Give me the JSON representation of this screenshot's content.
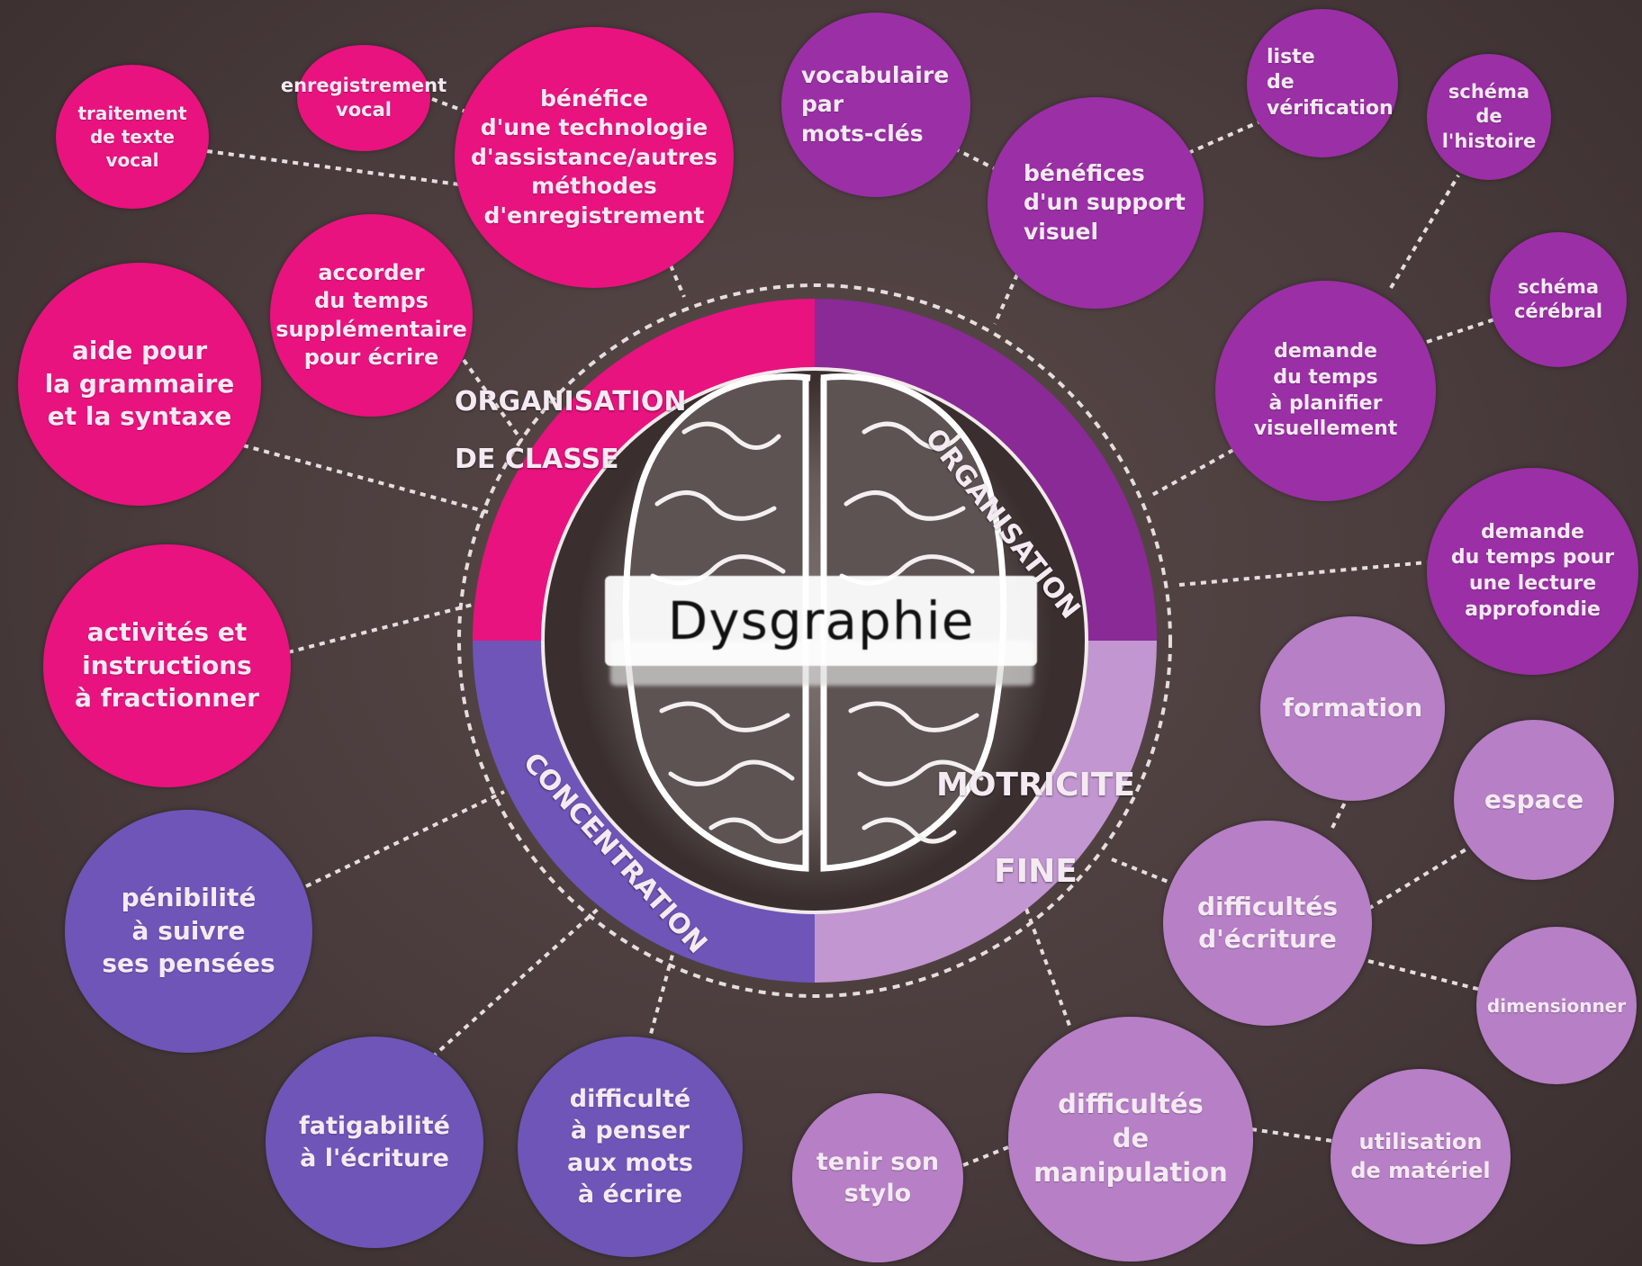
{
  "title": "Dysgraphie",
  "colors": {
    "pink": "#e8137f",
    "violet": "#9b2fa6",
    "blue": "#6f55b8",
    "lilac": "#b67fc6"
  },
  "sections": {
    "classe": "ORGANISATION\nDE CLASSE",
    "organisation": "ORGANISATION",
    "concentration": "CONCENTRATION",
    "motricite": "MOTRICITE\nFINE"
  },
  "nodes": {
    "enregistrement_vocal": "enregistrement\nvocal",
    "traitement_texte_vocal": "traitement\nde texte\nvocal",
    "benefice_technologie": "bénéfice\nd'une technologie\nd'assistance/autres\nméthodes\nd'enregistrement",
    "accorder_temps": "accorder\ndu temps\nsupplémentaire\npour écrire",
    "aide_grammaire": "aide pour\nla grammaire\net la syntaxe",
    "activites_instructions": "activités et\ninstructions\nà fractionner",
    "vocabulaire": "vocabulaire\npar\nmots-clés",
    "benefices_support": "bénéfices\nd'un support\nvisuel",
    "liste_verification": "liste\nde\nvérification",
    "schema_histoire": "schéma\nde\nl'histoire",
    "schema_cerebral": "schéma\ncérébral",
    "demande_planifier": "demande\ndu temps\nà planifier\nvisuellement",
    "demande_lecture": "demande\ndu temps pour\nune lecture\napprofondie",
    "penibilite": "pénibilité\nà suivre\nses pensées",
    "fatigabilite": "fatigabilité\nà l'écriture",
    "difficulte_penser": "difficulté\nà penser\naux mots\nà écrire",
    "formation": "formation",
    "espace": "espace",
    "difficultes_ecriture": "difficultés\nd'écriture",
    "dimensionner": "dimensionner",
    "difficultes_manipulation": "difficultés\nde\nmanipulation",
    "tenir_stylo": "tenir son\nstylo",
    "utilisation_materiel": "utilisation\nde matériel"
  }
}
